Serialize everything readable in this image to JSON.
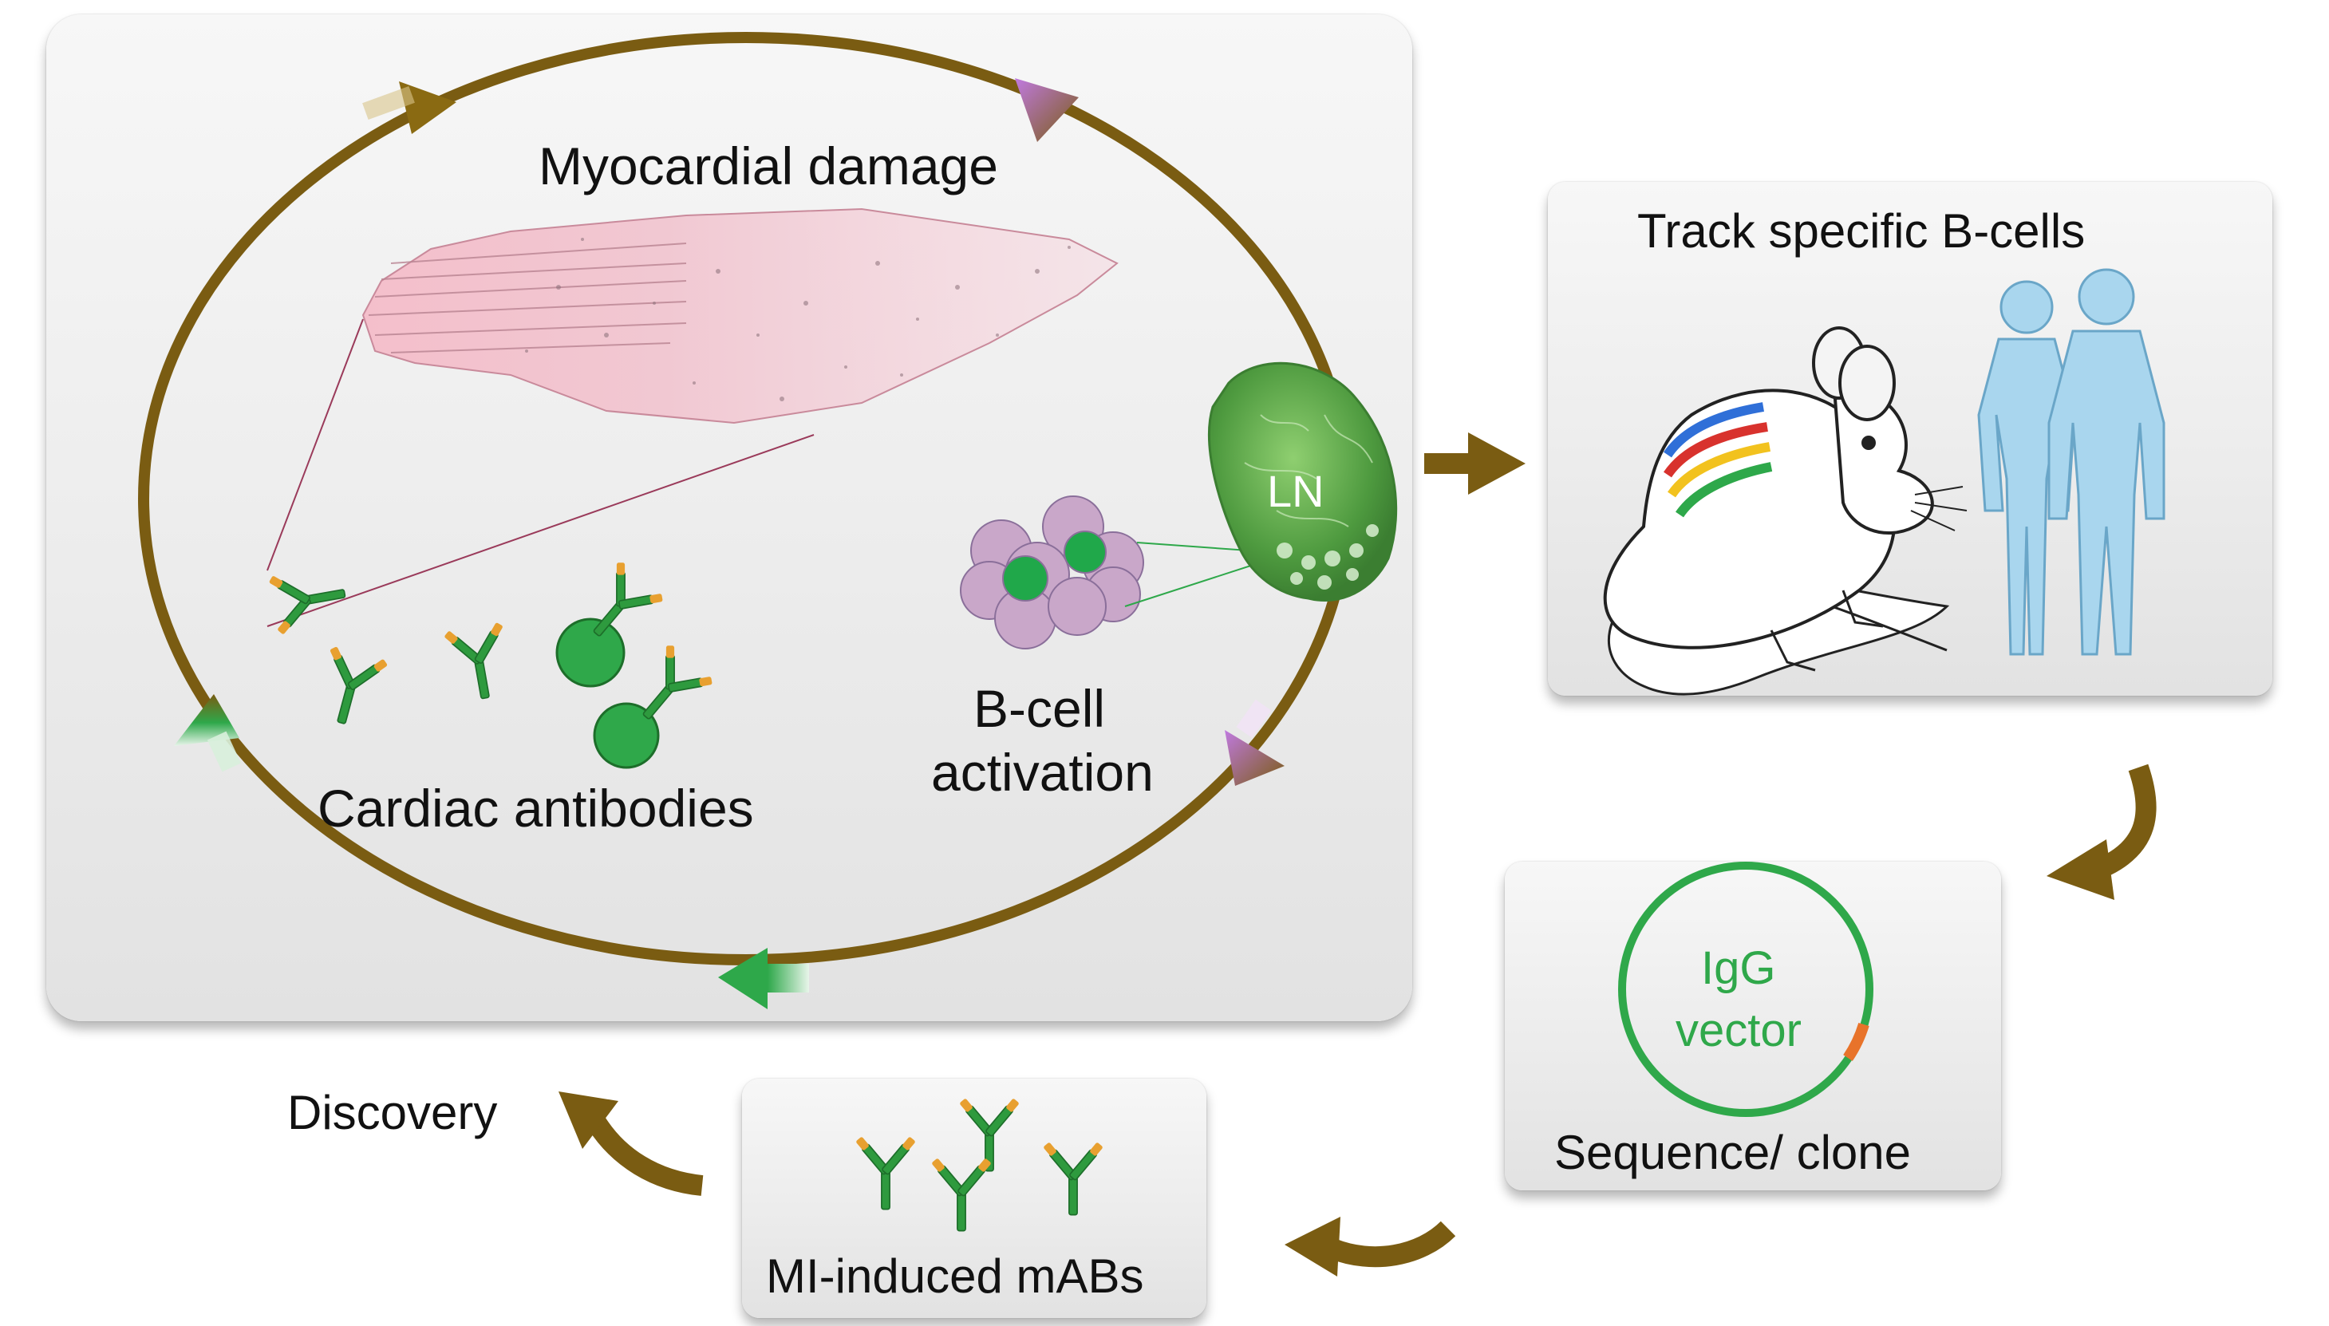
{
  "cycle": {
    "title": "Myocardial damage",
    "antibodies_label": "Cardiac antibodies",
    "bcell_label_line1": "B-cell",
    "bcell_label_line2": "activation",
    "lymph_node_label": "LN"
  },
  "track": {
    "title": "Track specific B-cells"
  },
  "sequence": {
    "plasmid_line1": "IgG",
    "plasmid_line2": "vector",
    "caption": "Sequence/ clone"
  },
  "mabs": {
    "caption": "MI-induced mABs"
  },
  "discovery": {
    "label": "Discovery"
  },
  "colors": {
    "cycle_ring": "#7a5c12",
    "flow_arrow": "#7a5c12",
    "antibody_green": "#2e9a3e",
    "antibody_orange": "#e8a030",
    "plasmid_ring": "#2fa84a",
    "plasmid_insert": "#e8732a",
    "human_silhouette": "#a9d6ee",
    "lymph_node": "#5fa84e",
    "myofiber_pink": "#f2c4cf",
    "bcell_purple": "#c9a7c9"
  }
}
